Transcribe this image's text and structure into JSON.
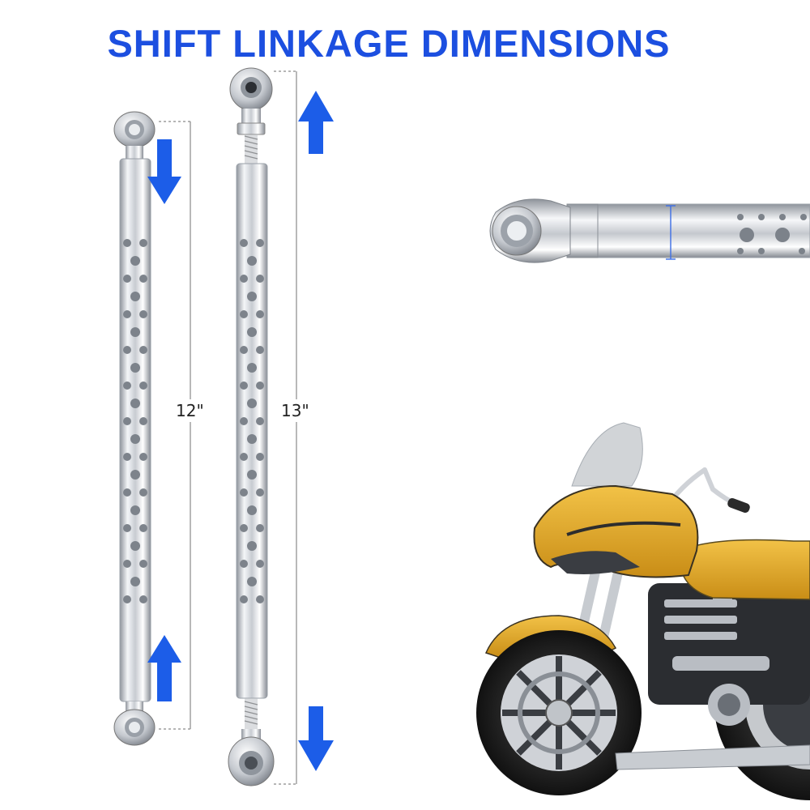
{
  "title": "SHIFT LINKAGE DIMENSIONS",
  "short_rod": {
    "length_label": "12\""
  },
  "long_rod": {
    "length_label": "13\""
  },
  "colors": {
    "title": "#1c4fe0",
    "arrow": "#1c5de8",
    "chrome": "#d8dbe0",
    "motorcycle_paint": "#e2a823"
  },
  "icons": {
    "arrow_down": "arrow-down-icon",
    "arrow_up": "arrow-up-icon"
  }
}
